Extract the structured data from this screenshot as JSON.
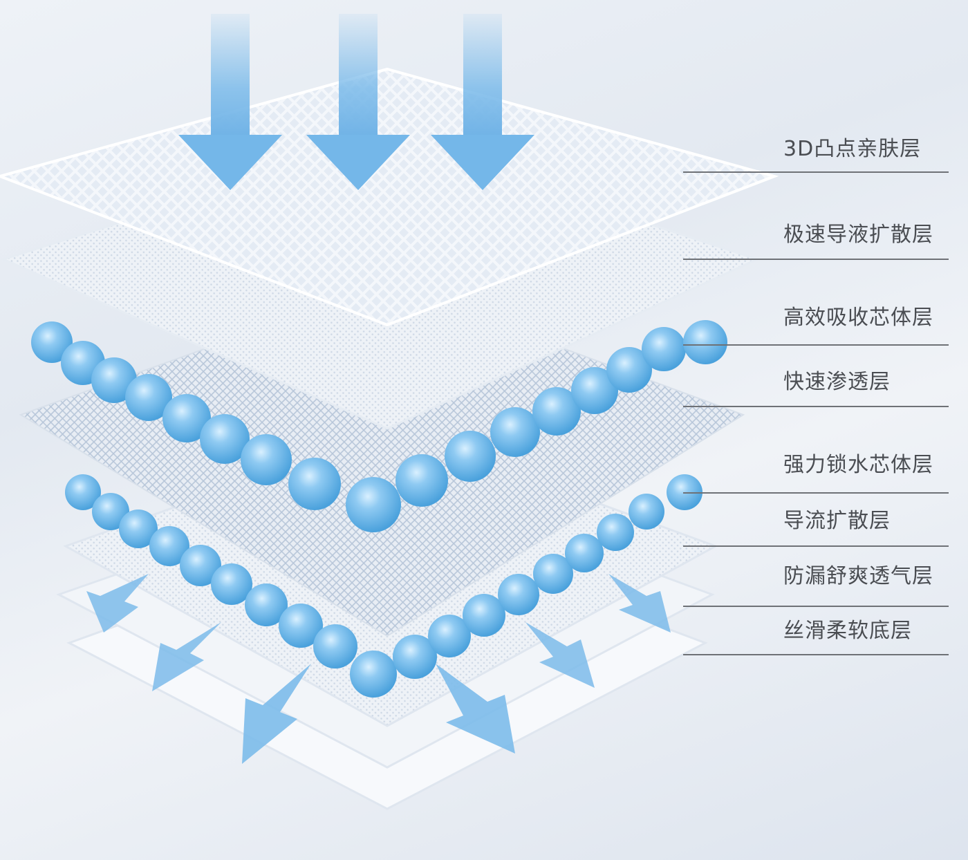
{
  "diagram": {
    "title": "",
    "type": "layer-structure",
    "colors": {
      "background": "#e6ebf2",
      "sheet": "#f6f8fb",
      "bead": "#6fb8e8",
      "arrow": "#7cbbea",
      "label_text": "#4a4d52",
      "leader_line": "#6e7176"
    },
    "layers": [
      {
        "label": "3D凸点亲肤层"
      },
      {
        "label": "极速导液扩散层"
      },
      {
        "label": "高效吸收芯体层"
      },
      {
        "label": "快速渗透层"
      },
      {
        "label": "强力锁水芯体层"
      },
      {
        "label": "导流扩散层"
      },
      {
        "label": "防漏舒爽透气层"
      },
      {
        "label": "丝滑柔软底层"
      }
    ],
    "arrows": {
      "inflow": [
        "arrow-down",
        "arrow-down",
        "arrow-down"
      ],
      "outflow": [
        "arrow-out",
        "arrow-out",
        "arrow-out",
        "arrow-out",
        "arrow-out",
        "arrow-out",
        "arrow-out"
      ]
    }
  }
}
